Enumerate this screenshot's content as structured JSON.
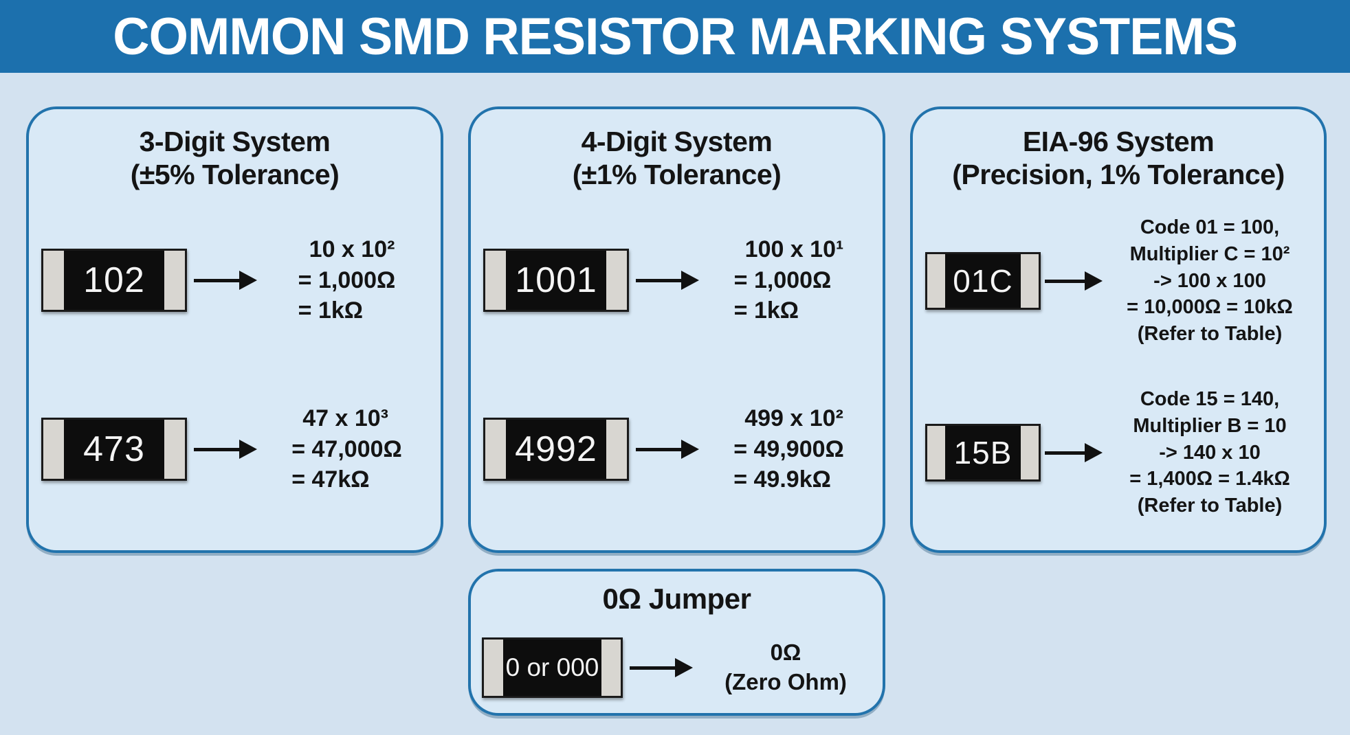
{
  "title": "COMMON SMD RESISTOR MARKING SYSTEMS",
  "colors": {
    "header_bg": "#1c70ad",
    "page_bg": "#d3e2f0",
    "panel_bg": "#d9e9f6",
    "panel_border": "#2273ac",
    "resistor_body": "#0d0d0d",
    "resistor_cap": "#d8d6d1",
    "resistor_text": "#f4f4f4",
    "text": "#141414"
  },
  "panels": [
    {
      "title": "3-Digit System",
      "subtitle": "(±5% Tolerance)",
      "examples": [
        {
          "code": "102",
          "lines": [
            "10 x 10²",
            "= 1,000Ω",
            "= 1kΩ"
          ]
        },
        {
          "code": "473",
          "lines": [
            "47 x 10³",
            "= 47,000Ω",
            "= 47kΩ"
          ]
        }
      ]
    },
    {
      "title": "4-Digit System",
      "subtitle": "(±1% Tolerance)",
      "examples": [
        {
          "code": "1001",
          "lines": [
            "100 x 10¹",
            "= 1,000Ω",
            "= 1kΩ"
          ]
        },
        {
          "code": "4992",
          "lines": [
            "499 x 10²",
            "= 49,900Ω",
            "= 49.9kΩ"
          ]
        }
      ]
    },
    {
      "title": "EIA-96 System",
      "subtitle": "(Precision, 1% Tolerance)",
      "examples": [
        {
          "code": "01C",
          "lines": [
            "Code 01 = 100,",
            "Multiplier C = 10²",
            "-> 100 x 100",
            "= 10,000Ω = 10kΩ",
            "(Refer to Table)"
          ]
        },
        {
          "code": "15B",
          "lines": [
            "Code 15 = 140,",
            "Multiplier B = 10",
            "-> 140 x 10",
            "= 1,400Ω = 1.4kΩ",
            "(Refer to Table)"
          ]
        }
      ]
    }
  ],
  "jumper": {
    "title": "0Ω Jumper",
    "example": {
      "code": "0 or 000",
      "lines": [
        "0Ω",
        "(Zero Ohm)"
      ]
    }
  }
}
